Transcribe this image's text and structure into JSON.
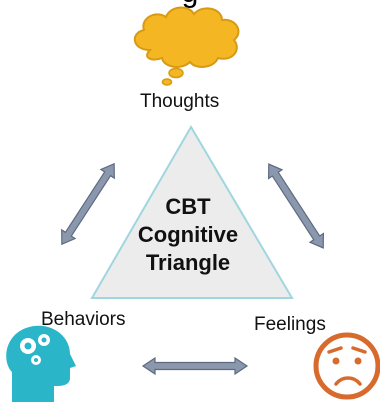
{
  "header": {
    "title_cut": "g"
  },
  "center": {
    "lines": [
      "CBT",
      "Cognitive",
      "Triangle"
    ]
  },
  "nodes": {
    "thoughts": {
      "label": "Thoughts",
      "icon": "thought-cloud-icon"
    },
    "behaviors": {
      "label": "Behaviors",
      "icon": "head-gears-icon"
    },
    "feelings": {
      "label": "Feelings",
      "icon": "worried-face-icon"
    }
  },
  "colors": {
    "triangle_fill": "#ececec",
    "triangle_stroke": "#9fd6e0",
    "cloud_fill": "#f5b623",
    "cloud_stroke": "#d79a12",
    "arrow_fill": "#8a97ad",
    "arrow_stroke": "#5d6a80",
    "head_fill": "#2ab5c9",
    "face_stroke": "#d76a2c"
  }
}
